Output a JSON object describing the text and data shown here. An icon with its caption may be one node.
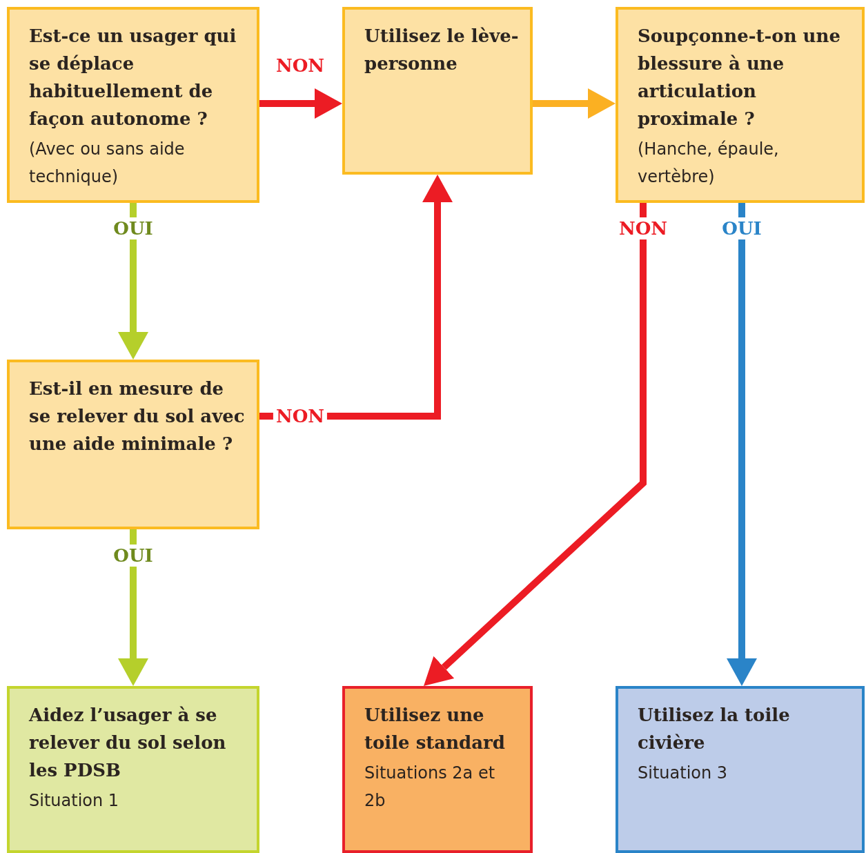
{
  "diagram": {
    "nodes": [
      {
        "text": [
          "Est-ce un usager qui se déplace habituellement de façon autonome ?",
          "(Avec ou sans aide technique)"
        ]
      },
      {
        "text": [
          "Utilisez le lève-personne"
        ]
      },
      {
        "text": [
          "Soupçonne-t-on une blessure à une articulation proximale ?",
          "(Hanche, épaule, vertèbre)"
        ]
      },
      {
        "text": [
          "Est-il en mesure de se relever du sol avec une aide minimale ?"
        ]
      },
      {
        "text": [
          "Aidez l’usager à se relever du sol selon les PDSB",
          "Situation 1"
        ]
      },
      {
        "text": [
          "Utilisez une toile standard",
          "Situations 2a et 2b"
        ]
      },
      {
        "text": [
          "Utilisez la toile civière",
          "Situation 3"
        ]
      }
    ],
    "edges": [
      {
        "from": 0,
        "to": 1,
        "arrow": "to",
        "label": "NON"
      },
      {
        "from": 1,
        "to": 2,
        "arrow": "to",
        "color": "#fbb022"
      },
      {
        "from": 0,
        "to": 3,
        "arrow": "to",
        "label": "OUI",
        "color": "#b5cf2b"
      },
      {
        "from": 3,
        "to": 1,
        "arrow": "to",
        "label": "NON"
      },
      {
        "from": 2,
        "to": 5,
        "arrow": "to",
        "label": "NON"
      },
      {
        "from": 2,
        "to": 6,
        "arrow": "to",
        "label": "OUI",
        "color": "#2a84c8"
      },
      {
        "from": 3,
        "to": 4,
        "arrow": "to",
        "label": "OUI",
        "color": "#b5cf2b"
      }
    ]
  }
}
